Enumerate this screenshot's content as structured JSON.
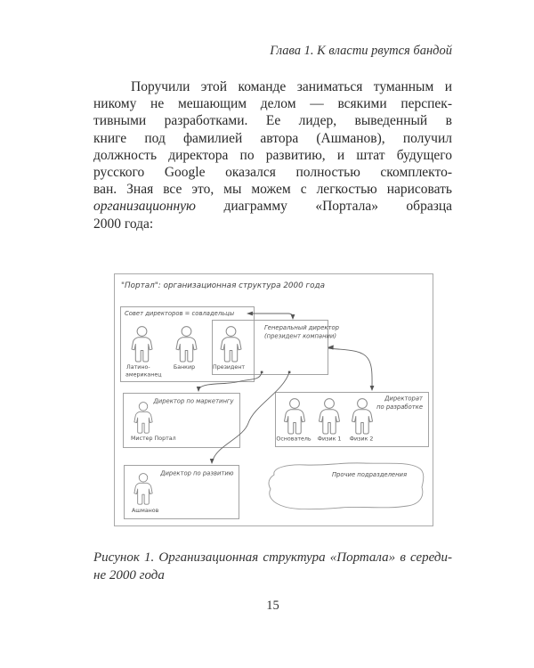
{
  "page": {
    "header": "Глава 1. К власти рвутся бандой",
    "page_number": "15"
  },
  "paragraph": {
    "lines": [
      "Поручили этой команде заниматься туманным и",
      "никому не мешающим делом — всякими перспек-",
      "тивными разработками. Ее лидер, выведенный в",
      "книге под фамилией автора (Ашманов), получил",
      "должность директора по развитию, и штат будущего",
      "русского Google оказался полностью скомплекто-",
      "ван. Зная все это, мы можем с легкостью нарисовать"
    ],
    "emphasis_line": {
      "italic": "организационную",
      "rest": "диаграмму «Портала» образца"
    },
    "last_line": "2000 года:"
  },
  "caption": {
    "line1": "Рисунок 1. Организационная структура «Портала» в середи-",
    "line2": "не 2000 года"
  },
  "diagram": {
    "title": "\"Портал\": организационная структура 2000 года",
    "board": {
      "label": "Совет директоров = совладельцы",
      "member1_line1": "Латино-",
      "member1_line2": "американец",
      "member2": "Банкир",
      "member3": "Президент"
    },
    "ceo": {
      "label_line1": "Генеральный директор",
      "label_line2": "(президент компании)"
    },
    "marketing": {
      "label": "Директор по маркетингу",
      "member": "Мистер Портал"
    },
    "development": {
      "label_line1": "Директорат",
      "label_line2": "по разработке",
      "member1": "Основатель",
      "member2": "Физик 1",
      "member3": "Физик 2"
    },
    "growth": {
      "label": "Директор по развитию",
      "member": "Ашманов"
    },
    "other": {
      "label": "Прочие подразделения"
    }
  }
}
